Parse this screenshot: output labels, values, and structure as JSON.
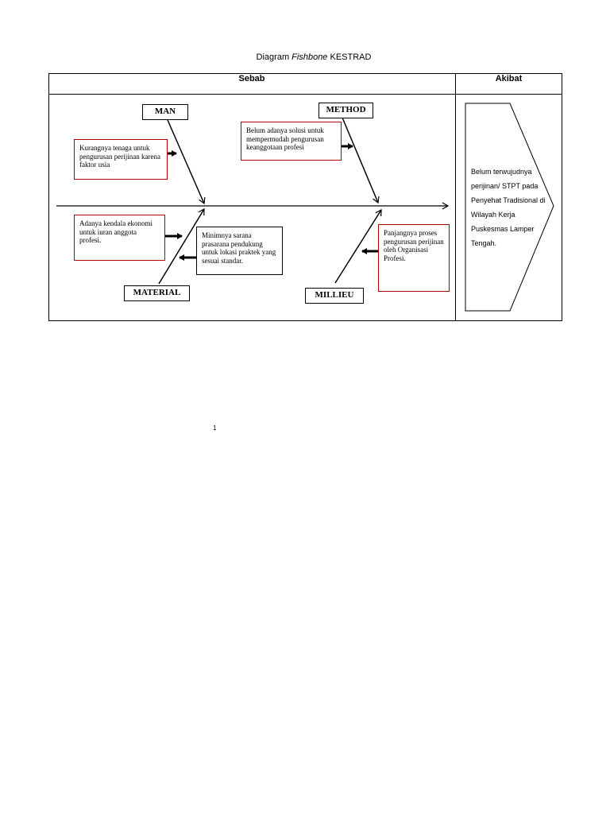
{
  "title": {
    "prefix": "Diagram ",
    "italic": "Fishbone",
    "suffix": " KESTRAD"
  },
  "table": {
    "cause_header": "Sebab",
    "effect_header": "Akibat"
  },
  "categories": {
    "man": "MAN",
    "method": "METHOD",
    "material": "MATERIAL",
    "milieu": "MILLIEU"
  },
  "causes": {
    "man": "Kurangnya tenaga untuk pengurusan perijinan karena faktor usia",
    "method": "Belum adanya solusi untuk mempermudah pengurusan keanggotaan profesi",
    "material_1": "Adanya kendala ekonomi untuk iuran anggota profesi.",
    "material_2": "Minimnya sarana prasarana pendukung untuk lokasi praktek yang sesuai standar.",
    "milieu": "Panjangnya proses pengurusan perijinan oleh Organisasi Profesi."
  },
  "effect": "Belum terwujudnya perijinan/ STPT pada Penyehat Tradisional di Wilayah Kerja Puskesmas Lamper Tengah.",
  "page_number": "1"
}
